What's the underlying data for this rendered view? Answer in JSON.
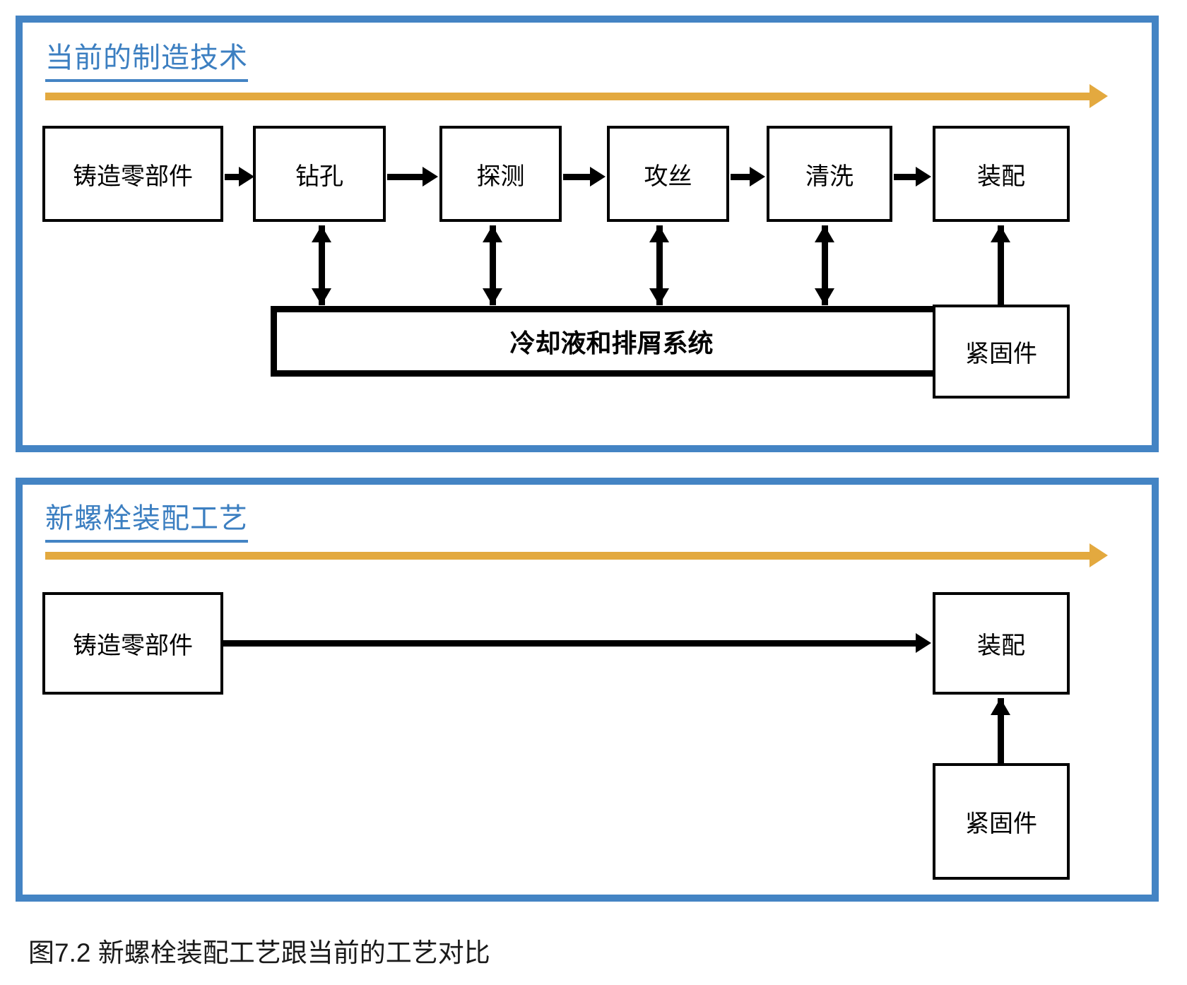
{
  "figure": {
    "caption": "图7.2  新螺栓装配工艺跟当前的工艺对比"
  },
  "colors": {
    "panel_border": "#4484C4",
    "title_text": "#3C7FC1",
    "flow_arrow": "#E3A93F",
    "box_border": "#000000",
    "box_fill": "#FFFFFF"
  },
  "panels": [
    {
      "id": "current",
      "title": "当前的制造技术",
      "direction_arrow": "process-direction-arrow",
      "steps": [
        {
          "label": "铸造零部件"
        },
        {
          "label": "钻孔"
        },
        {
          "label": "探测"
        },
        {
          "label": "攻丝"
        },
        {
          "label": "清洗"
        },
        {
          "label": "装配"
        }
      ],
      "support_box": {
        "label": "冷却液和排屑系统"
      },
      "side_box": {
        "label": "紧固件"
      }
    },
    {
      "id": "new",
      "title": "新螺栓装配工艺",
      "direction_arrow": "process-direction-arrow",
      "steps": [
        {
          "label": "铸造零部件"
        },
        {
          "label": "装配"
        }
      ],
      "side_box": {
        "label": "紧固件"
      }
    }
  ]
}
